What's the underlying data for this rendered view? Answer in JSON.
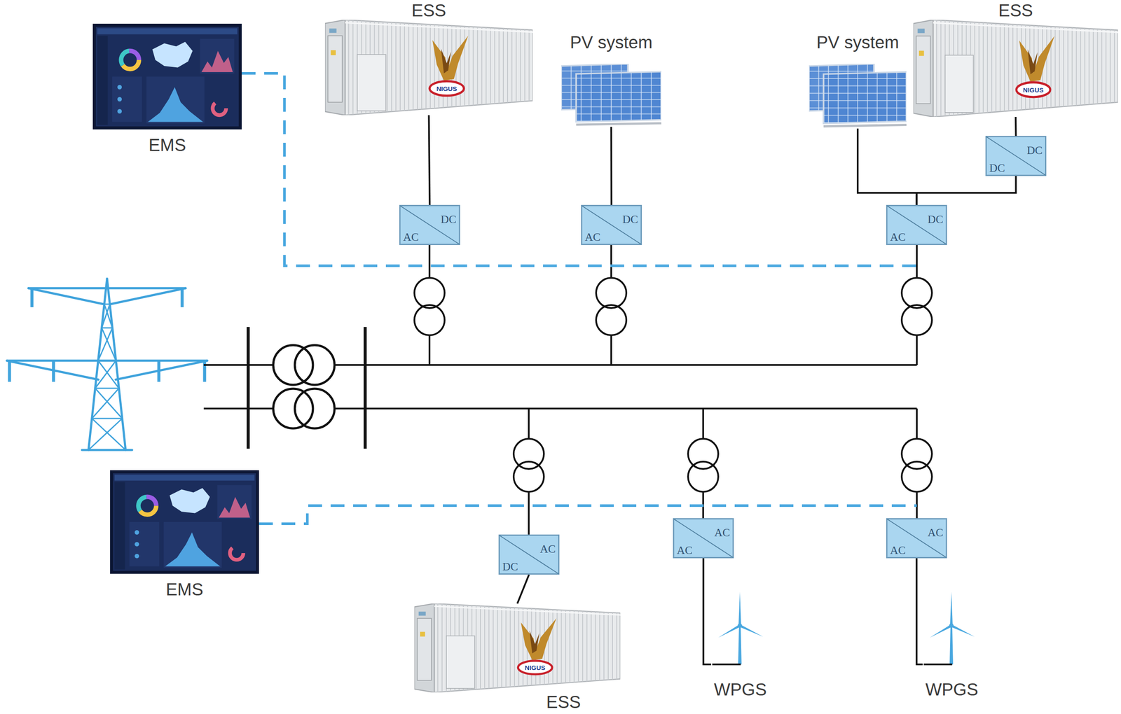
{
  "diagram": {
    "nodes": [
      {
        "text": [
          "EMS"
        ]
      },
      {
        "text": [
          "ESS"
        ]
      },
      {
        "text": [
          "PV system"
        ]
      },
      {
        "text": [
          "PV system"
        ]
      },
      {
        "text": [
          "ESS"
        ]
      },
      {
        "text": [
          "DC",
          "DC"
        ]
      },
      {
        "text": [
          "DC",
          "AC"
        ]
      },
      {
        "text": [
          "DC",
          "AC"
        ]
      },
      {
        "text": [
          "DC",
          "AC"
        ]
      },
      {
        "text": [
          "EMS"
        ]
      },
      {
        "text": [
          "AC",
          "DC"
        ]
      },
      {
        "text": [
          "AC",
          "AC"
        ]
      },
      {
        "text": [
          "AC",
          "AC"
        ]
      },
      {
        "text": [
          "ESS"
        ]
      },
      {
        "text": [
          "WPGS"
        ]
      },
      {
        "text": [
          "WPGS"
        ]
      }
    ],
    "edges": [
      {
        "from": 1,
        "to": 6,
        "arrow": "none"
      },
      {
        "from": 2,
        "to": 7,
        "arrow": "none"
      },
      {
        "from": 3,
        "to": 8,
        "arrow": "none"
      },
      {
        "from": 4,
        "to": 5,
        "arrow": "none"
      },
      {
        "from": 5,
        "to": 8,
        "arrow": "none"
      },
      {
        "from": 10,
        "to": 13,
        "arrow": "none"
      },
      {
        "from": 11,
        "to": 14,
        "arrow": "none"
      },
      {
        "from": 12,
        "to": 15,
        "arrow": "none"
      }
    ],
    "labels": [
      "NIGUS",
      "NIGUS",
      "NIGUS"
    ]
  }
}
